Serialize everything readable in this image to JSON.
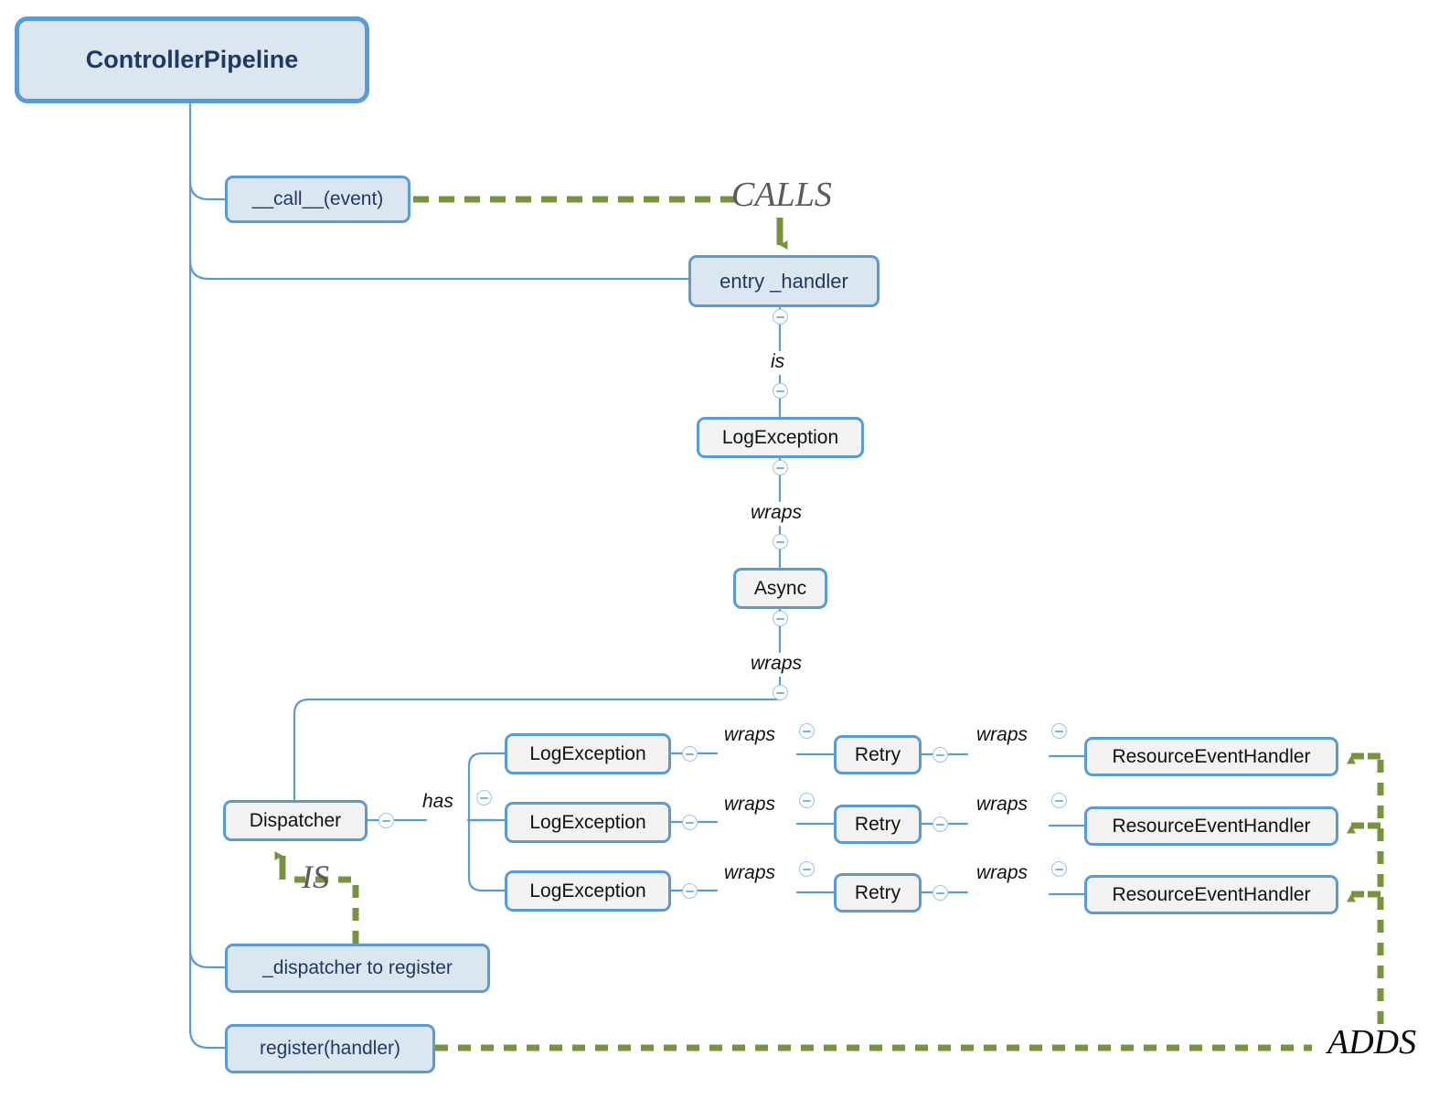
{
  "diagram": {
    "title": "ControllerPipeline",
    "type": "mindmap-class-diagram",
    "colors": {
      "node_border": "#5B9BD5",
      "node_fill_blue": "#DCE6F1",
      "node_fill_gray": "#F2F2F2",
      "title_text": "#1F3864",
      "wire": "#5B9BD5",
      "accent_green": "#77933C",
      "label_gray": "#5a5a58",
      "label_black": "#0a0a0a"
    },
    "nodes": {
      "root": "ControllerPipeline",
      "call_event": "__call__(event)",
      "entry_handler": "entry _handler",
      "log_exception_top": "LogException",
      "async": "Async",
      "dispatcher": "Dispatcher",
      "dispatcher_to_register": "_dispatcher to register",
      "register_handler": "register(handler)",
      "log_exception_rows": [
        "LogException",
        "LogException",
        "LogException"
      ],
      "retry_rows": [
        "Retry",
        "Retry",
        "Retry"
      ],
      "resource_handler_rows": [
        "ResourceEventHandler",
        "ResourceEventHandler",
        "ResourceEventHandler"
      ]
    },
    "relations": {
      "is_entry": "is",
      "wraps_log_async": "wraps",
      "wraps_async_dispatcher": "wraps",
      "has": "has",
      "wraps_log_retry": [
        "wraps",
        "wraps",
        "wraps"
      ],
      "wraps_retry_handler": [
        "wraps",
        "wraps",
        "wraps"
      ]
    },
    "big_relations": {
      "calls": "CALLS",
      "is": "IS",
      "adds": "ADDS"
    }
  }
}
